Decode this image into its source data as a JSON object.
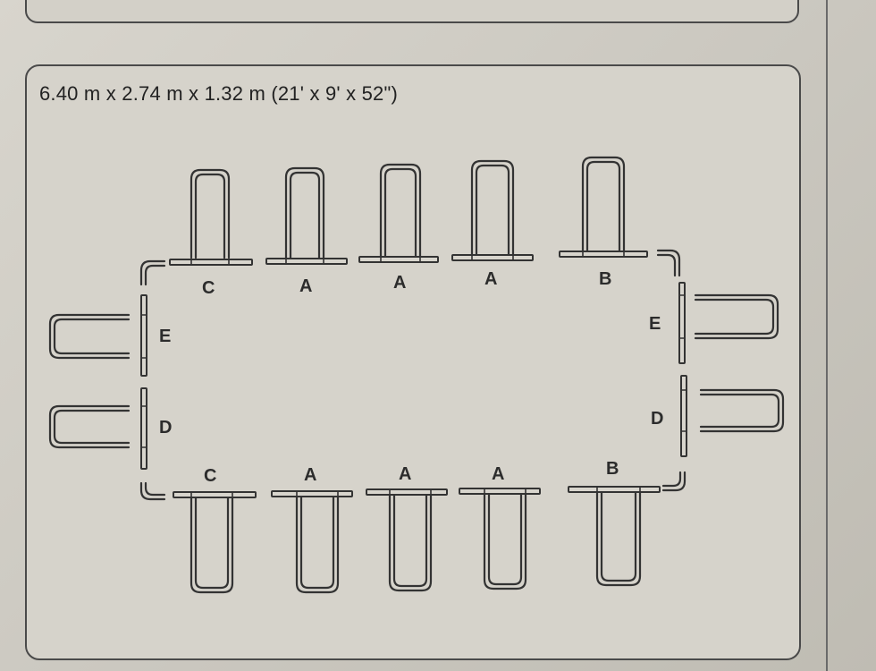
{
  "dimensions_label": "6.40 m x 2.74 m x 1.32 m (21' x 9' x 52\")",
  "top_rail_labels": [
    "C",
    "A",
    "A",
    "A",
    "B"
  ],
  "bottom_rail_labels": [
    "C",
    "A",
    "A",
    "A",
    "B"
  ],
  "left_side_labels": [
    "E",
    "D"
  ],
  "right_side_labels": [
    "E",
    "D"
  ]
}
